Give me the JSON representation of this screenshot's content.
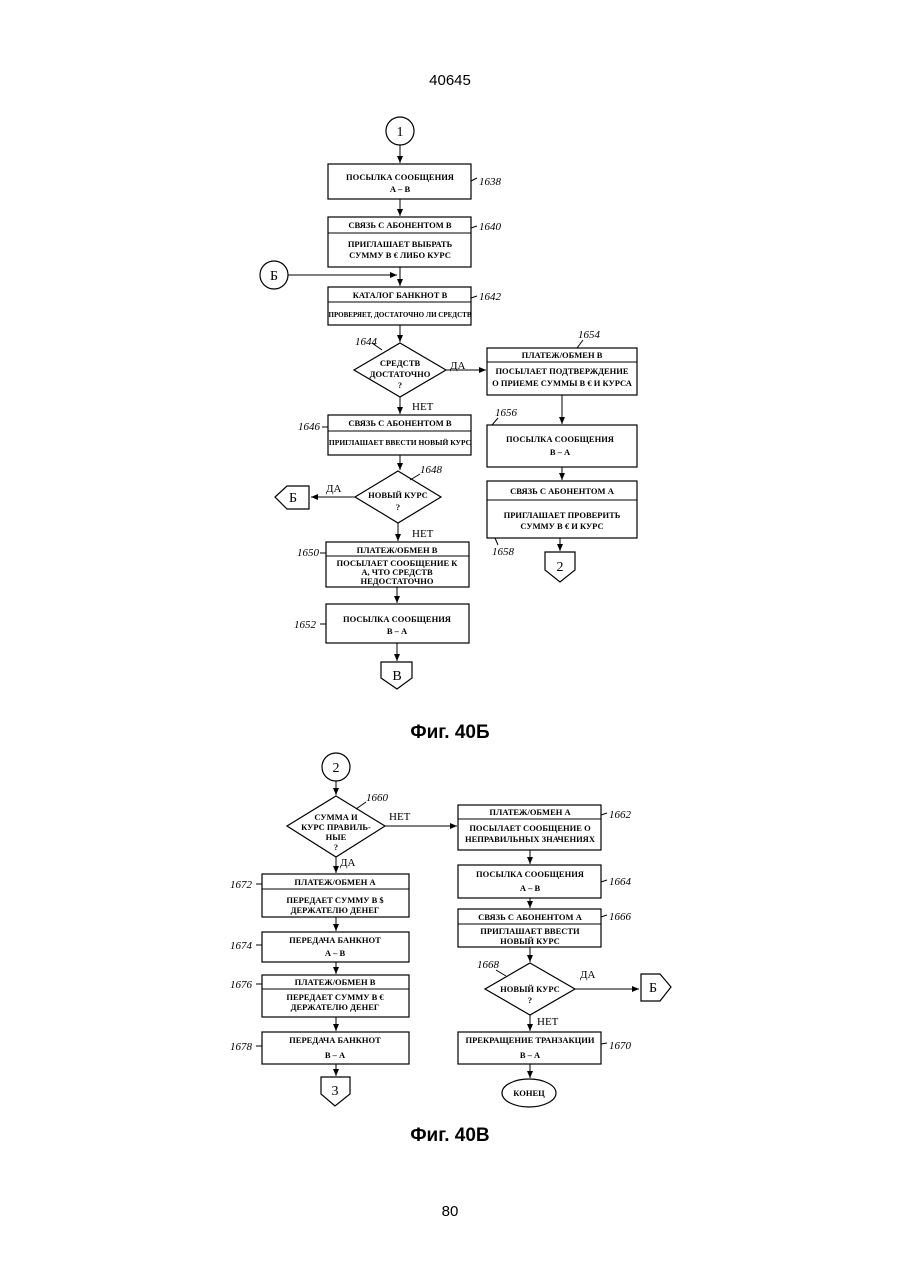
{
  "page": {
    "doc_number": "40645",
    "page_number": "80"
  },
  "fig40b": {
    "caption": "Фиг. 40Б",
    "conn_in": "1",
    "conn_b_in": "Б",
    "b1638": {
      "l1": "ПОСЫЛКА СООБЩЕНИЯ",
      "l2": "А – В",
      "ref": "1638"
    },
    "b1640": {
      "h": "СВЯЗЬ С АБОНЕНТОМ В",
      "l1": "ПРИГЛАШАЕТ ВЫБРАТЬ",
      "l2": "СУММУ В € ЛИБО КУРС",
      "ref": "1640"
    },
    "b1642": {
      "h": "КАТАЛОГ БАНКНОТ В",
      "l1": "ПРОВЕРЯЕТ, ДОСТАТОЧНО ЛИ СРЕДСТВ",
      "ref": "1642"
    },
    "d1644": {
      "l1": "СРЕДСТВ",
      "l2": "ДОСТАТОЧНО",
      "l3": "?",
      "ref": "1644",
      "yes": "ДА",
      "no": "НЕТ"
    },
    "b1646": {
      "h": "СВЯЗЬ С АБОНЕНТОМ В",
      "l1": "ПРИГЛАШАЕТ ВВЕСТИ НОВЫЙ КУРС",
      "ref": "1646"
    },
    "d1648": {
      "l1": "НОВЫЙ КУРС",
      "l2": "?",
      "ref": "1648",
      "yes": "ДА",
      "no": "НЕТ"
    },
    "conn_b_out": "Б",
    "b1650": {
      "h": "ПЛАТЕЖ/ОБМЕН В",
      "l1": "ПОСЫЛАЕТ СООБЩЕНИЕ К",
      "l2": "А, ЧТО СРЕДСТВ",
      "l3": "НЕДОСТАТОЧНО",
      "ref": "1650"
    },
    "b1652": {
      "l1": "ПОСЫЛКА СООБЩЕНИЯ",
      "l2": "В – А",
      "ref": "1652"
    },
    "conn_v_out": "В",
    "b1654": {
      "h": "ПЛАТЕЖ/ОБМЕН В",
      "l1": "ПОСЫЛАЕТ ПОДТВЕРЖДЕНИЕ",
      "l2": "О ПРИЕМЕ СУММЫ В € И КУРСА",
      "ref": "1654"
    },
    "b1656": {
      "l1": "ПОСЫЛКА СООБЩЕНИЯ",
      "l2": "В – А",
      "ref": "1656"
    },
    "b1658": {
      "h": "СВЯЗЬ С АБОНЕНТОМ А",
      "l1": "ПРИГЛАШАЕТ ПРОВЕРИТЬ",
      "l2": "СУММУ В € И КУРС",
      "ref": "1658"
    },
    "conn_2_out": "2"
  },
  "fig40v": {
    "caption": "Фиг. 40В",
    "conn_in": "2",
    "d1660": {
      "l1": "СУММА И",
      "l2": "КУРС ПРАВИЛЬ-",
      "l3": "НЫЕ",
      "l4": "?",
      "ref": "1660",
      "yes": "ДА",
      "no": "НЕТ"
    },
    "b1672": {
      "h": "ПЛАТЕЖ/ОБМЕН А",
      "l1": "ПЕРЕДАЕТ СУММУ В $",
      "l2": "ДЕРЖАТЕЛЮ ДЕНЕГ",
      "ref": "1672"
    },
    "b1674": {
      "l1": "ПЕРЕДАЧА БАНКНОТ",
      "l2": "А – В",
      "ref": "1674"
    },
    "b1676": {
      "h": "ПЛАТЕЖ/ОБМЕН В",
      "l1": "ПЕРЕДАЕТ СУММУ В €",
      "l2": "ДЕРЖАТЕЛЮ ДЕНЕГ",
      "ref": "1676"
    },
    "b1678": {
      "l1": "ПЕРЕДАЧА БАНКНОТ",
      "l2": "В – А",
      "ref": "1678"
    },
    "conn_3_out": "3",
    "b1662": {
      "h": "ПЛАТЕЖ/ОБМЕН А",
      "l1": "ПОСЫЛАЕТ СООБЩЕНИЕ О",
      "l2": "НЕПРАВИЛЬНЫХ ЗНАЧЕНИЯХ",
      "ref": "1662"
    },
    "b1664": {
      "l1": "ПОСЫЛКА СООБЩЕНИЯ",
      "l2": "А – В",
      "ref": "1664"
    },
    "b1666": {
      "h": "СВЯЗЬ С АБОНЕНТОМ А",
      "l1": "ПРИГЛАШАЕТ ВВЕСТИ",
      "l2": "НОВЫЙ КУРС",
      "ref": "1666"
    },
    "d1668": {
      "l1": "НОВЫЙ КУРС",
      "l2": "?",
      "ref": "1668",
      "yes": "ДА",
      "no": "НЕТ"
    },
    "conn_b_out": "Б",
    "b1670": {
      "l1": "ПРЕКРАЩЕНИЕ ТРАНЗАКЦИИ",
      "l2": "В – А",
      "ref": "1670"
    },
    "end": "КОНЕЦ"
  }
}
